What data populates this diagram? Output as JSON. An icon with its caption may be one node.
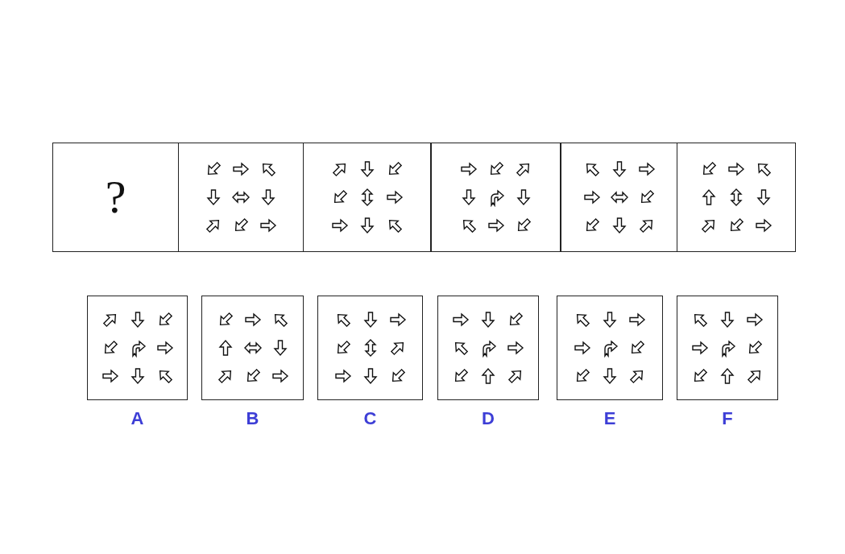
{
  "diagram": {
    "nodes": [
      {
        "text": [
          "?"
        ]
      },
      {
        "text": [],
        "shape": "box"
      },
      {
        "text": [],
        "shape": "box"
      },
      {
        "text": [],
        "shape": "box"
      },
      {
        "text": [],
        "shape": "box"
      },
      {
        "text": [],
        "shape": "box"
      },
      {
        "text": [],
        "shape": "box",
        "beside": [
          "A"
        ]
      },
      {
        "text": [],
        "shape": "box",
        "beside": [
          "B"
        ]
      },
      {
        "text": [],
        "shape": "box",
        "beside": [
          "C"
        ]
      },
      {
        "text": [],
        "shape": "box",
        "beside": [
          "D"
        ]
      },
      {
        "text": [],
        "shape": "box",
        "beside": [
          "E"
        ]
      },
      {
        "text": [],
        "shape": "box",
        "beside": [
          "F"
        ]
      }
    ]
  }
}
